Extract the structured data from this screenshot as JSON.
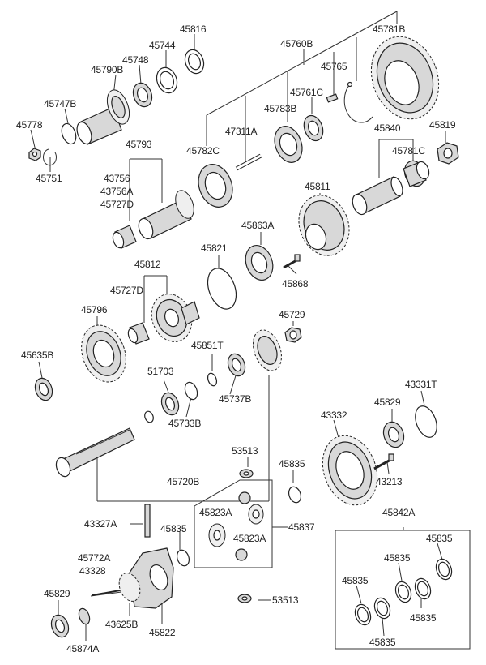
{
  "labels": {
    "p45816": "45816",
    "p45744": "45744",
    "p45748": "45748",
    "p45790B": "45790B",
    "p45747B": "45747B",
    "p45778": "45778",
    "p45751": "45751",
    "p45760B": "45760B",
    "p45781B": "45781B",
    "p45765": "45765",
    "p45761C": "45761C",
    "p45783B": "45783B",
    "p45782C": "45782C",
    "p47311A": "47311A",
    "p45840": "45840",
    "p45819": "45819",
    "p45781C": "45781C",
    "p45793": "45793",
    "p43756": "43756",
    "p43756A": "43756A",
    "p45727D_top": "45727D",
    "p45811": "45811",
    "p45863A": "45863A",
    "p45821": "45821",
    "p45868": "45868",
    "p45812": "45812",
    "p45727D_mid": "45727D",
    "p45796": "45796",
    "p45729": "45729",
    "p45851T": "45851T",
    "p45635B": "45635B",
    "p51703": "51703",
    "p45737B": "45737B",
    "p45733B": "45733B",
    "p43331T": "43331T",
    "p45829_right": "45829",
    "p43332": "43332",
    "p53513_top": "53513",
    "p45835_mid": "45835",
    "p43213": "43213",
    "p45720B": "45720B",
    "p45842A": "45842A",
    "p43327A": "43327A",
    "p45823A_a": "45823A",
    "p45835_left": "45835",
    "p45837": "45837",
    "p45823A_b": "45823A",
    "p45835_k1": "45835",
    "p45772A": "45772A",
    "p43328": "43328",
    "p45835_k2": "45835",
    "p45835_k3": "45835",
    "p45835_k4": "45835",
    "p45835_k5": "45835",
    "p53513_bot": "53513",
    "p45829_left": "45829",
    "p43625B": "43625B",
    "p45822": "45822",
    "p45874A": "45874A"
  }
}
